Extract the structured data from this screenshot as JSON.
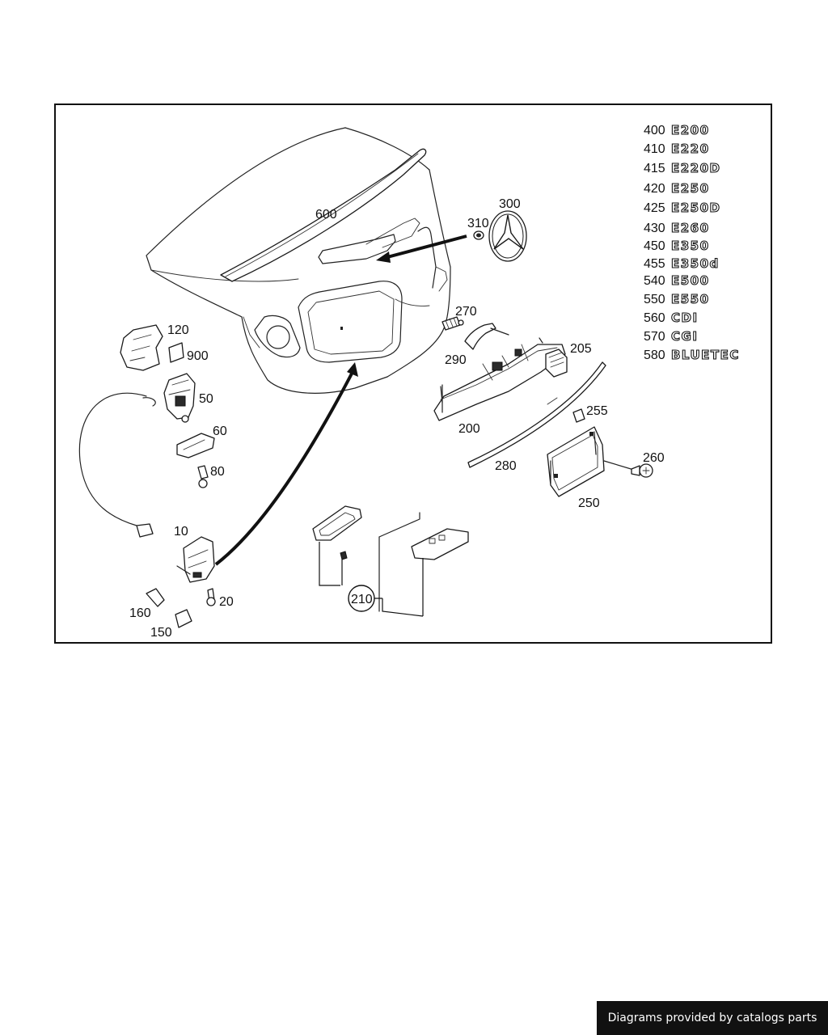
{
  "diagram": {
    "callouts": {
      "c600": "600",
      "c300": "300",
      "c310": "310",
      "c270": "270",
      "c290": "290",
      "c205": "205",
      "c200": "200",
      "c120": "120",
      "c900": "900",
      "c50": "50",
      "c60": "60",
      "c80": "80",
      "c10": "10",
      "c20": "20",
      "c160": "160",
      "c150": "150",
      "c210": "210",
      "c255": "255",
      "c260": "260",
      "c280": "280",
      "c250": "250"
    },
    "variants": [
      {
        "num": "400",
        "badge": "E200"
      },
      {
        "num": "410",
        "badge": "E220"
      },
      {
        "num": "415",
        "badge": "E220D"
      },
      {
        "num": "420",
        "badge": "E250"
      },
      {
        "num": "425",
        "badge": "E250D"
      },
      {
        "num": "430",
        "badge": "E260"
      },
      {
        "num": "450",
        "badge": "E350"
      },
      {
        "num": "455",
        "badge": "E350d"
      },
      {
        "num": "540",
        "badge": "E500"
      },
      {
        "num": "550",
        "badge": "E550"
      },
      {
        "num": "560",
        "badge": "CDI"
      },
      {
        "num": "570",
        "badge": "CGI"
      },
      {
        "num": "580",
        "badge": "BLUETEC"
      }
    ]
  },
  "footer": {
    "credit": "Diagrams provided by catalogs parts"
  }
}
